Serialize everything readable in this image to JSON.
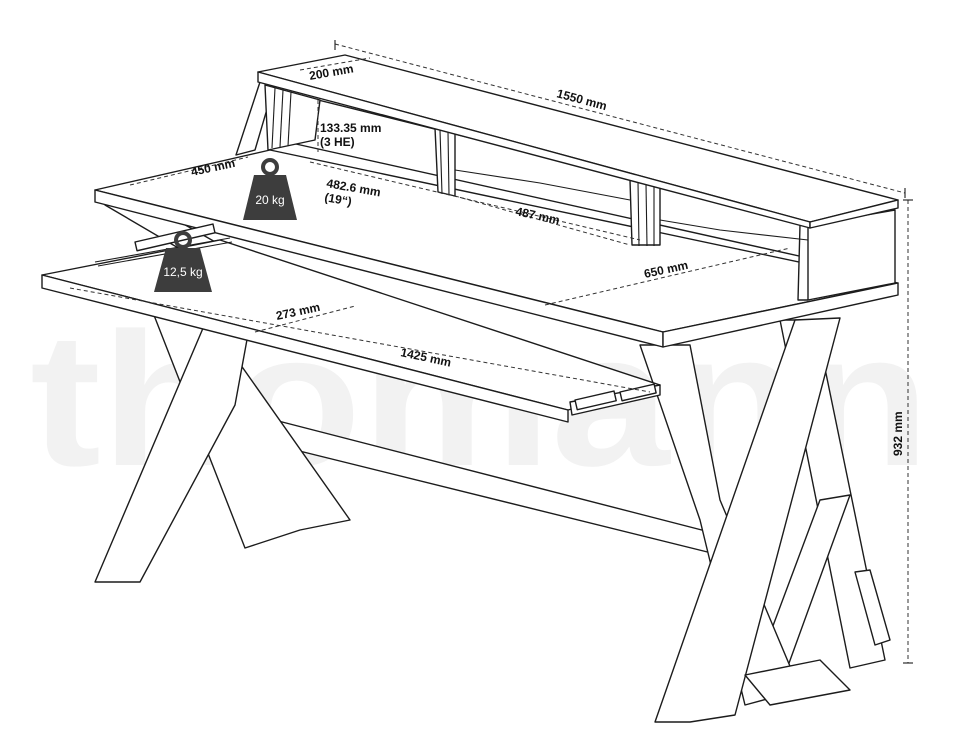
{
  "watermark": "thomann",
  "dimensions": {
    "shelf_depth": "200 mm",
    "total_width": "1550 mm",
    "rack_height_mm": "133.35 mm",
    "rack_height_he": "(3 HE)",
    "desk_depth": "450 mm",
    "rack_width_mm": "482.6 mm",
    "rack_width_in": "(19“)",
    "center_width": "487 mm",
    "side_depth": "650 mm",
    "tray_depth": "273 mm",
    "tray_width": "1425 mm",
    "height": "932 mm"
  },
  "loads": {
    "shelf_load": "20 kg",
    "tray_load": "12,5 kg"
  },
  "colors": {
    "weight_fill": "#3d3d3d",
    "watermark": "#f2f2f2",
    "line": "#1c1c1c"
  }
}
